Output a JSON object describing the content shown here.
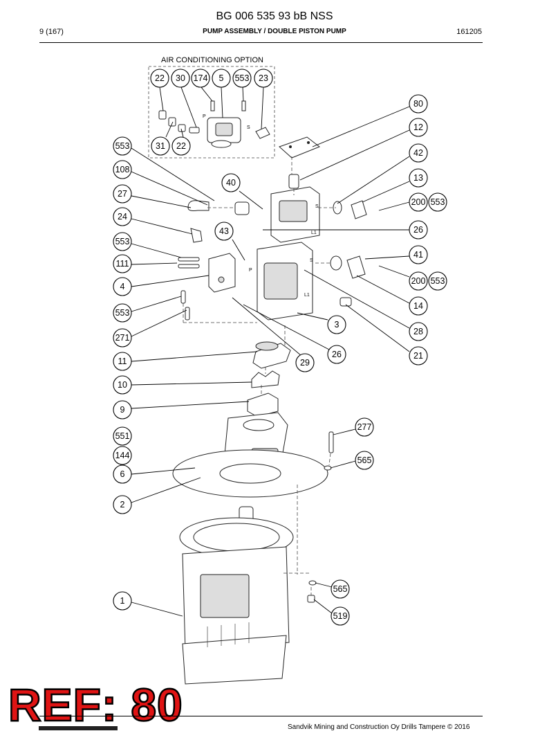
{
  "header": {
    "document_id": "BG 006 535 93 bB NSS",
    "page_number": "9 (167)",
    "section_title": "PUMP ASSEMBLY / DOUBLE PISTON PUMP",
    "date_code": "161205"
  },
  "drawing": {
    "option_box_label": "AIR CONDITIONING OPTION",
    "callouts": [
      "22",
      "30",
      "174",
      "5",
      "553",
      "23",
      "31",
      "22",
      "553",
      "108",
      "27",
      "24",
      "553",
      "111",
      "4",
      "553",
      "271",
      "11",
      "10",
      "9",
      "551",
      "144",
      "6",
      "2",
      "1",
      "40",
      "43",
      "80",
      "12",
      "42",
      "13",
      "200",
      "553",
      "26",
      "41",
      "200",
      "553",
      "14",
      "28",
      "3",
      "21",
      "26",
      "29",
      "277",
      "565",
      "565",
      "519"
    ],
    "valve_marks": [
      "P",
      "S",
      "S",
      "L1",
      "P",
      "S",
      "L1"
    ]
  },
  "stamp": {
    "text": "REF: 80"
  },
  "footer": {
    "text": "Sandvik Mining and Construction Oy Drills Tampere © 2016"
  }
}
